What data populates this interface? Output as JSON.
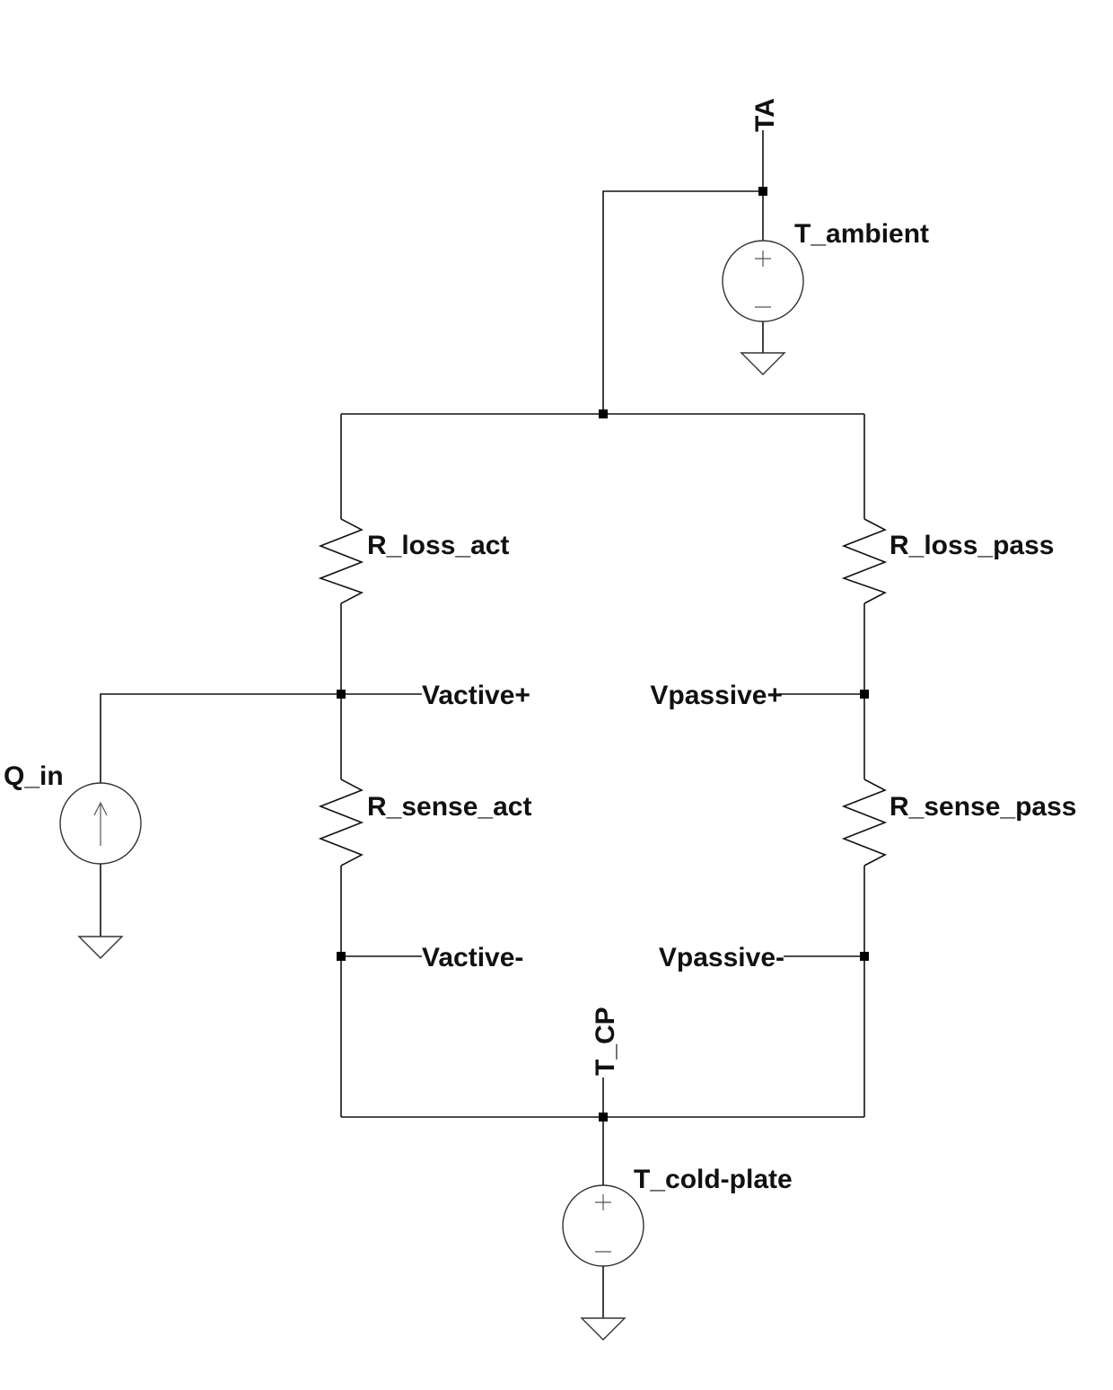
{
  "schematic": {
    "net_labels": {
      "ta": "TA",
      "t_cp": "T_CP",
      "vactive_plus": "Vactive+",
      "vactive_minus": "Vactive-",
      "vpassive_plus": "Vpassive+",
      "vpassive_minus": "Vpassive-"
    },
    "components": {
      "t_ambient": "T_ambient",
      "t_cold_plate": "T_cold-plate",
      "q_in": "Q_in",
      "r_loss_act": "R_loss_act",
      "r_loss_pass": "R_loss_pass",
      "r_sense_act": "R_sense_act",
      "r_sense_pass": "R_sense_pass"
    },
    "colors": {
      "wire": "#111111",
      "symbol": "#333333",
      "background": "#ffffff"
    },
    "symbols": {
      "voltage_source": "voltage-source-icon",
      "current_source": "current-source-icon",
      "ground": "ground-icon",
      "resistor": "resistor-icon",
      "junction": "junction-dot"
    }
  }
}
